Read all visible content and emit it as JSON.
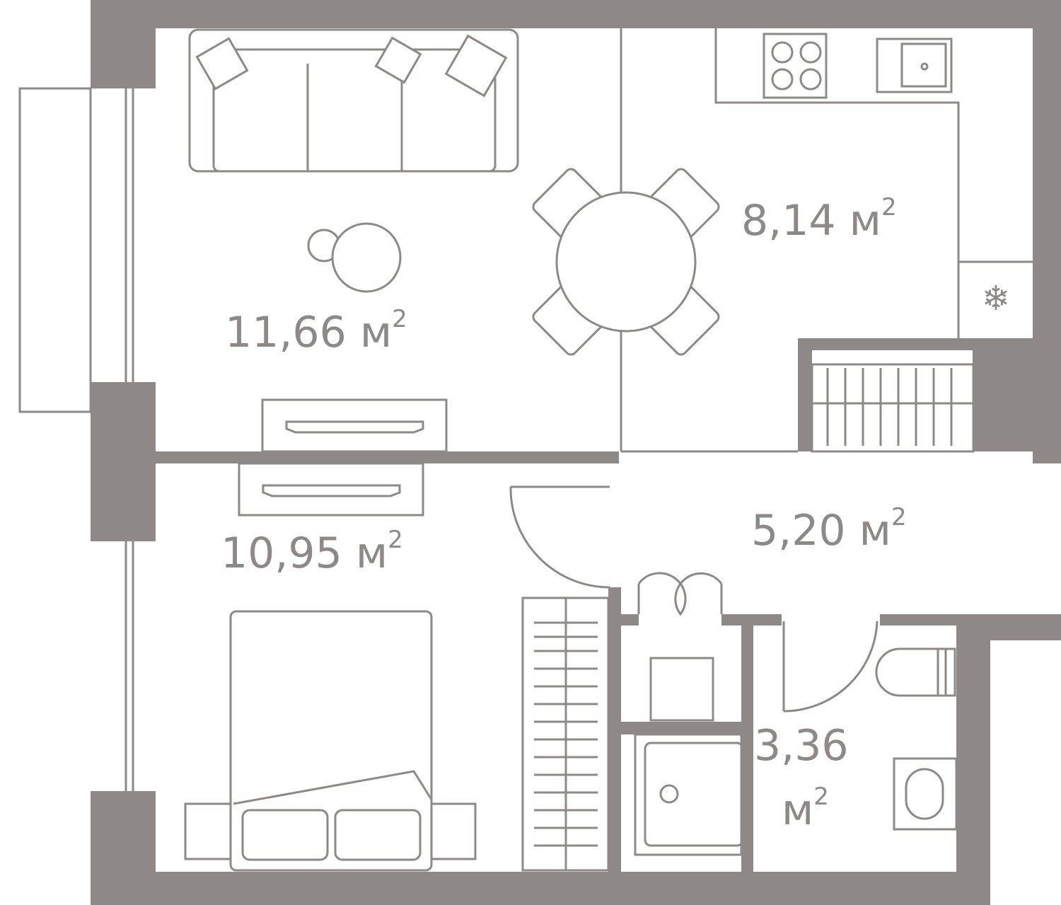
{
  "rooms": [
    {
      "name": "living-room",
      "area": "11,66",
      "unit": "м",
      "exp": "2"
    },
    {
      "name": "kitchen",
      "area": "8,14",
      "unit": "м",
      "exp": "2"
    },
    {
      "name": "bedroom",
      "area": "10,95",
      "unit": "м",
      "exp": "2"
    },
    {
      "name": "hallway",
      "area": "5,20",
      "unit": "м",
      "exp": "2"
    },
    {
      "name": "bathroom",
      "area": "3,36",
      "unit": "м",
      "exp": "2"
    }
  ],
  "colors": {
    "wall": "#8e8986",
    "line": "#8e8986"
  }
}
